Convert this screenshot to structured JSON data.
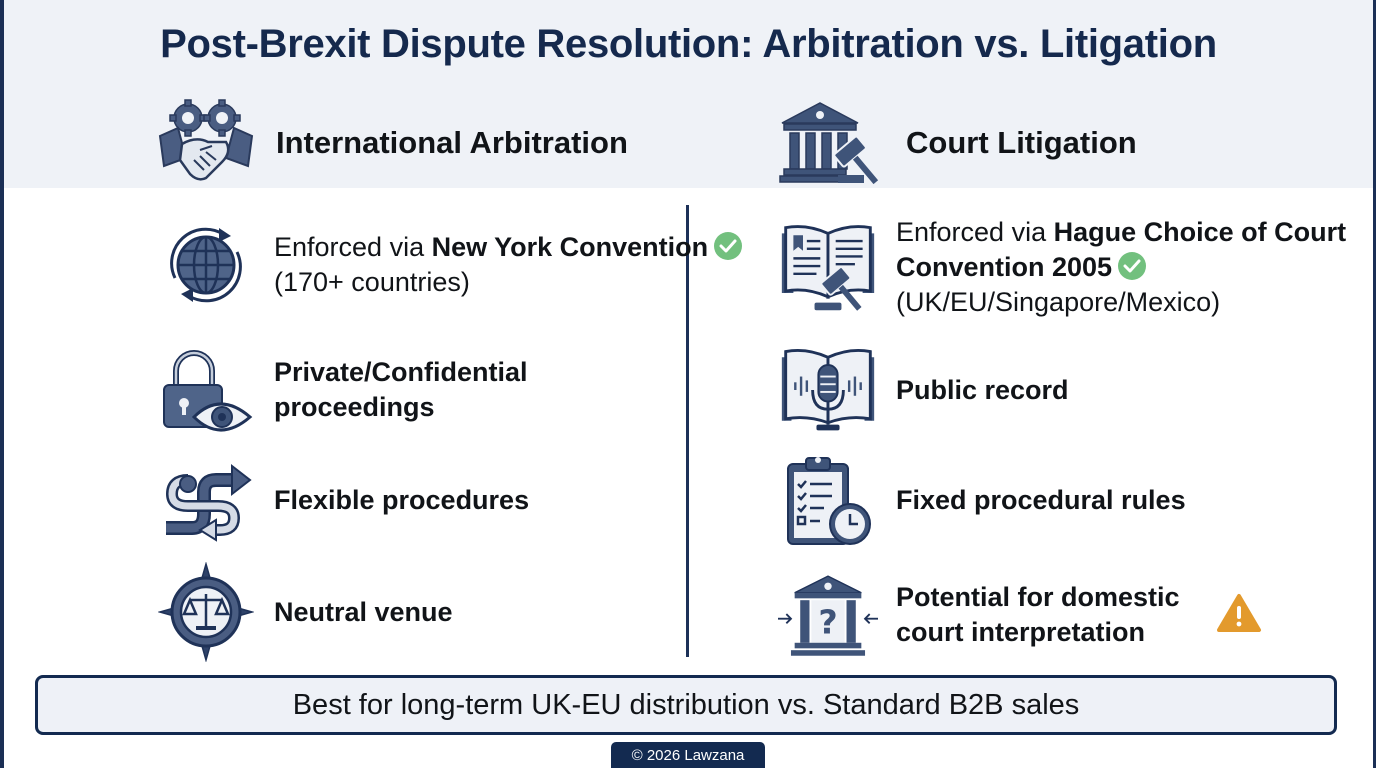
{
  "title": "Post-Brexit Dispute Resolution: Arbitration vs. Litigation",
  "colors": {
    "navy": "#15294d",
    "icon_fill": "#4a5d82",
    "icon_light": "#d7dde8",
    "check_green": "#72c07e",
    "warning_orange": "#e39a2d",
    "header_bg": "#eff2f7"
  },
  "left_column": {
    "heading": "International Arbitration",
    "heading_icon": "handshake-gears-icon",
    "items": [
      {
        "icon": "globe-cycle-icon",
        "prefix": "Enforced via ",
        "bold": "New York Convention",
        "badge": "check-icon",
        "sub": "(170+ countries)"
      },
      {
        "icon": "lock-eye-icon",
        "label": "Private/Confidential proceedings"
      },
      {
        "icon": "flexible-path-arrows-icon",
        "label": "Flexible procedures"
      },
      {
        "icon": "compass-scales-icon",
        "label": "Neutral venue"
      }
    ]
  },
  "right_column": {
    "heading": "Court Litigation",
    "heading_icon": "courthouse-gavel-icon",
    "items": [
      {
        "icon": "book-gavel-icon",
        "prefix": "Enforced via ",
        "bold": "Hague Choice of Court Convention 2005",
        "badge": "check-icon",
        "sub": "(UK/EU/Singapore/Mexico)"
      },
      {
        "icon": "book-microphone-icon",
        "label": "Public record"
      },
      {
        "icon": "clipboard-clock-icon",
        "label": "Fixed procedural rules"
      },
      {
        "icon": "courthouse-question-icon",
        "label": "Potential for domestic court interpretation",
        "badge": "warning-icon"
      }
    ]
  },
  "banner": "Best for long-term UK-EU distribution vs. Standard B2B sales",
  "copyright": "© 2026 Lawzana"
}
